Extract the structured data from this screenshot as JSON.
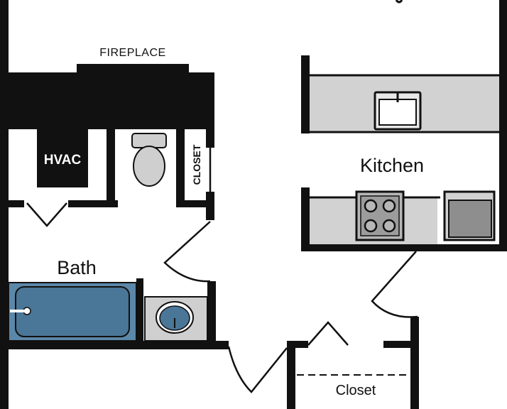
{
  "floorplan": {
    "labels": {
      "fireplace": "FIREPLACE",
      "hvac": "HVAC",
      "closet_small": "CLOSET",
      "kitchen": "Kitchen",
      "bath": "Bath",
      "closet": "Closet"
    },
    "colors": {
      "wall": "#111111",
      "counter": "#d2d2d2",
      "fixture": "#cfcfcf",
      "tub": "#5b87a8",
      "tub_basin": "#4a7698",
      "sink_basin": "#4a7698",
      "appliance": "#8e8e8e"
    },
    "fixtures": [
      "toilet-icon",
      "bathtub-icon",
      "bath-sink-icon",
      "kitchen-sink-icon",
      "stove-icon",
      "dishwasher-icon"
    ]
  }
}
